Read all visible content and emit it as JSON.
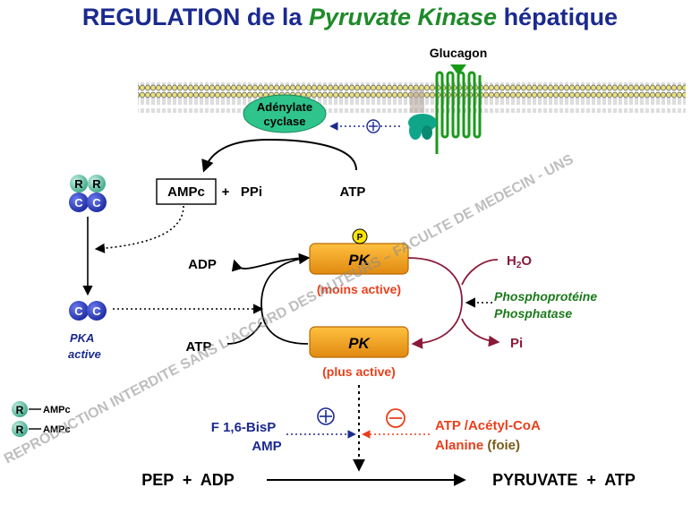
{
  "title": {
    "part1": "REGULATION de la ",
    "part2": "Pyruvate Kinase",
    "part3": " hépatique"
  },
  "colors": {
    "title_blue": "#1b2a8f",
    "title_green": "#1f8a2a",
    "pk_fill": "#f0a020",
    "pk_text_red": "#e8401c",
    "phosphatase_green": "#1a7a1a",
    "pka_blue": "#1b2a8f",
    "inhibitor_red": "#e8401c",
    "activator_blue": "#1b2a8f",
    "maroon_arrow": "#8b1a3a",
    "receptor_green": "#1a9a1a",
    "membrane_yellow": "#e9e07a",
    "cyclase_green": "#2ec48c"
  },
  "membrane": {
    "glucagon_label": "Glucagon",
    "adenylate_cyclase_line1": "Adénylate",
    "adenylate_cyclase_line2": "cyclase",
    "g_protein_sign": "+"
  },
  "camp_reaction": {
    "ampc_label": "AMPc",
    "plus": "+",
    "ppi_label": "PPi",
    "atp_label": "ATP"
  },
  "pka": {
    "r_letter": "R",
    "c_letter": "C",
    "active_line1": "PKA",
    "active_line2": "active"
  },
  "legend": {
    "r_ampc_1": "AMPc",
    "r_ampc_2": "AMPc"
  },
  "pk_states": {
    "phospho_badge": "P",
    "inactive_label": "PK",
    "inactive_caption": "(moins active)",
    "active_label": "PK",
    "active_caption": "(plus active)"
  },
  "kinase_cycle": {
    "adp_label": "ADP",
    "atp_label": "ATP"
  },
  "phosphatase_cycle": {
    "water_label": "H",
    "water_sub": "2",
    "water_suffix": "O",
    "pi_label": "Pi",
    "enzyme_line1": "Phosphoprotéine",
    "enzyme_line2": "Phosphatase"
  },
  "allosteric": {
    "activators_line1": "F 1,6-BisP",
    "activators_line2": "AMP",
    "activator_sign": "+",
    "inhibitor_sign": "−",
    "inhibitors_line1": "ATP /Acétyl-CoA",
    "inhibitors_line2_a": "Alanine",
    "inhibitors_line2_b": " (foie)"
  },
  "main_reaction": {
    "substrates": "PEP  +  ADP",
    "products": "PYRUVATE  +  ATP"
  },
  "watermark": {
    "text": "REPRODUCTION INTERDITE SANS L'ACCORD DES AUTEURS – FACULTE DE MEDECIN - UNS"
  }
}
